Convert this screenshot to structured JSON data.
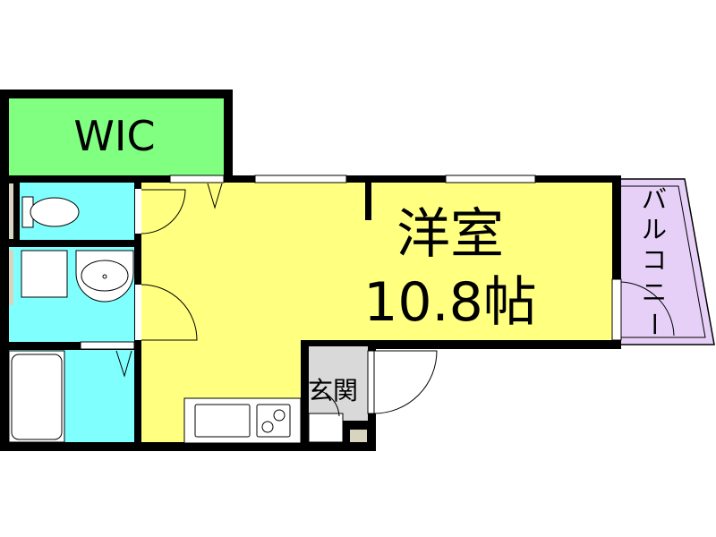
{
  "floorplan": {
    "rooms": {
      "wic": {
        "label": "WIC"
      },
      "western_room": {
        "label": "洋室",
        "size": "10.8帖"
      },
      "balcony": {
        "label_chars": [
          "バ",
          "ル",
          "コ",
          "ニ",
          "ー"
        ]
      },
      "entrance": {
        "label": "玄関"
      }
    },
    "colors": {
      "wic": "#80ff80",
      "wet_areas": "#80ffff",
      "western_room": "#ffff80",
      "balcony": "#e6d0f7",
      "entrance": "#d9d9d9",
      "wall": "#000000"
    }
  }
}
